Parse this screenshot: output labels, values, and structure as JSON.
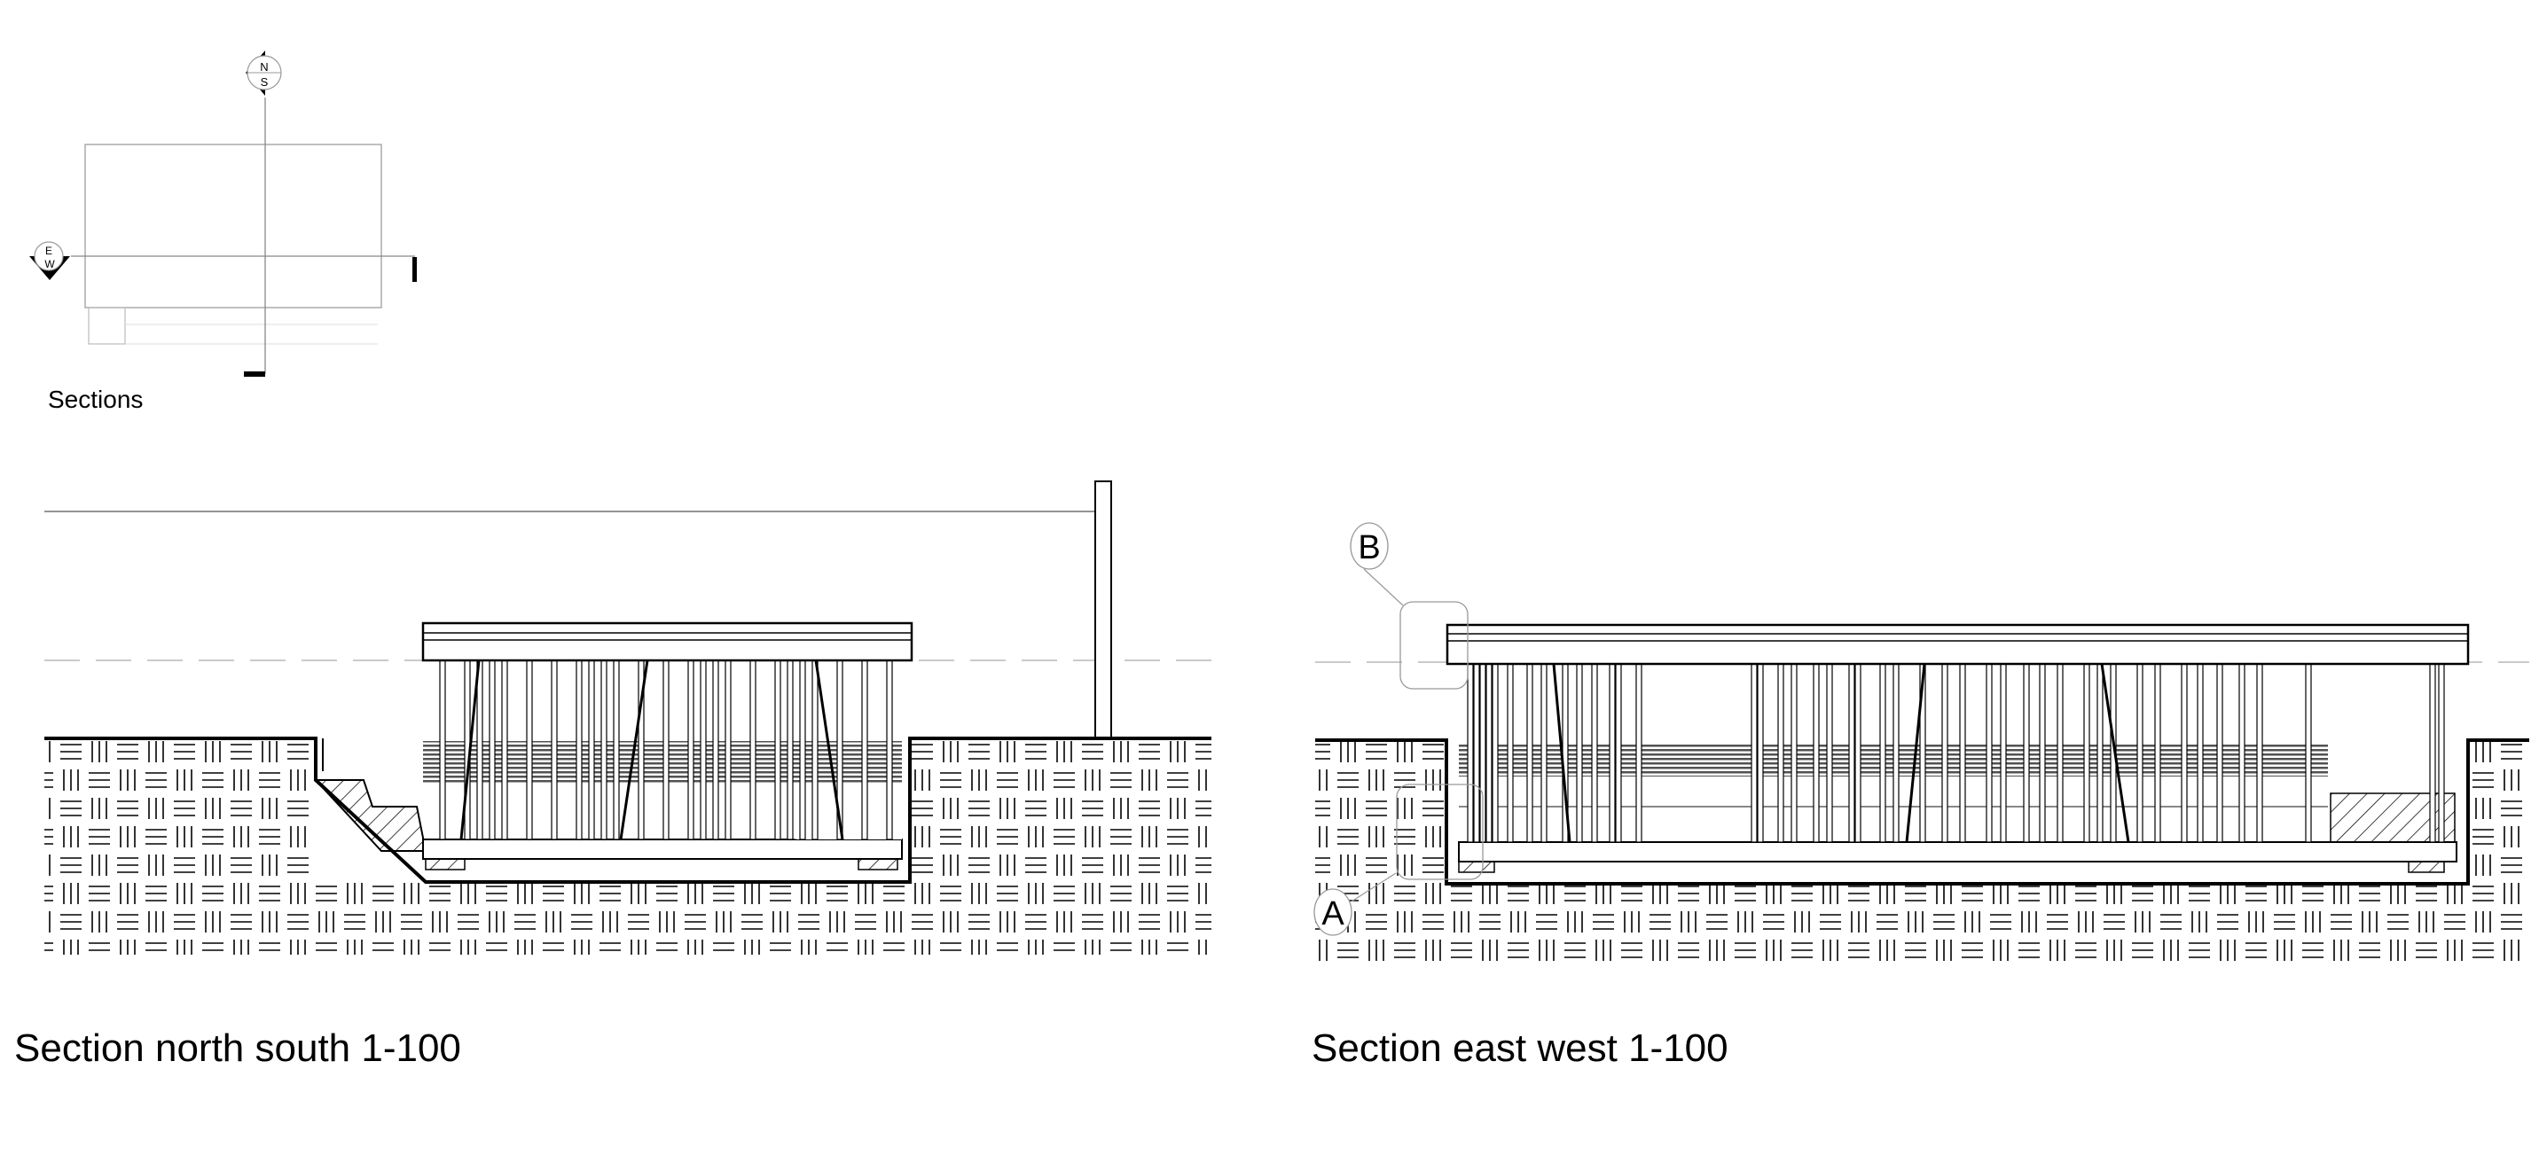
{
  "site_plan": {
    "label": "Sections",
    "compass_ns": {
      "top": "N",
      "bottom": "S"
    },
    "compass_ew": {
      "top": "E",
      "bottom": "W"
    }
  },
  "section_ns": {
    "title": "Section north south 1-100"
  },
  "section_ew": {
    "title": "Section east west 1-100",
    "detail_a": "A",
    "detail_b": "B"
  },
  "colors": {
    "ink": "#000000",
    "faint": "#b0b0b0",
    "background": "#ffffff"
  }
}
